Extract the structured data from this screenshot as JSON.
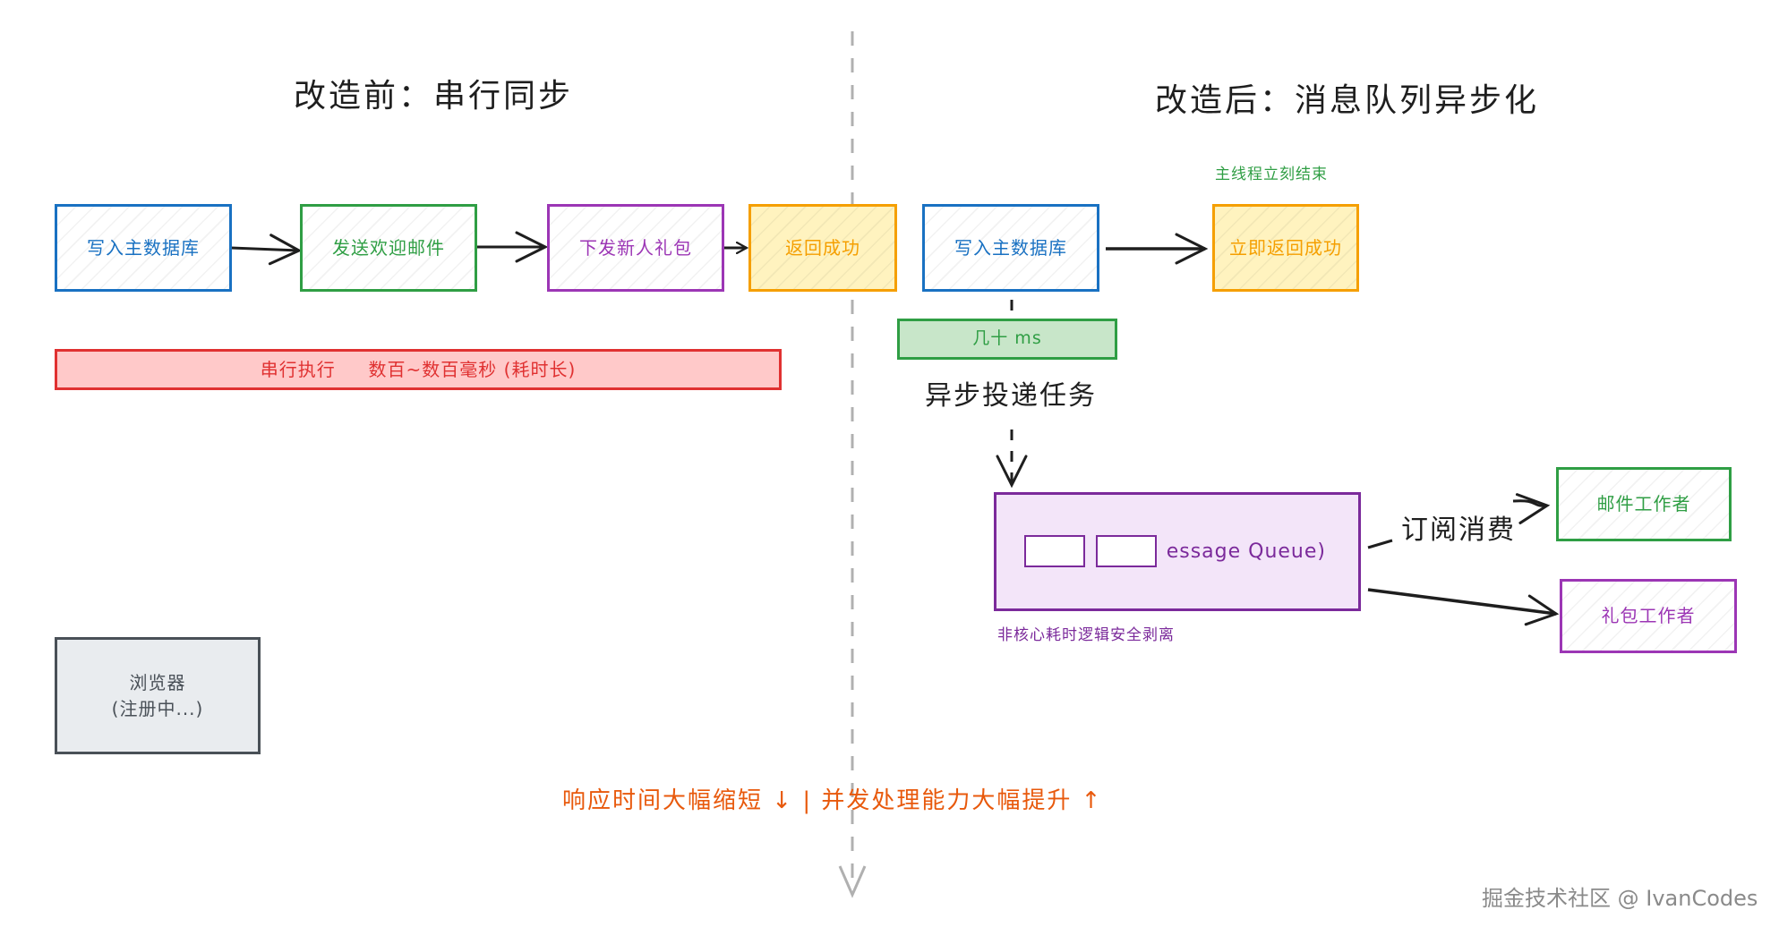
{
  "titles": {
    "before": "改造前：串行同步",
    "after": "改造后：消息队列异步化"
  },
  "before": {
    "steps": [
      "写入主数据库",
      "发送欢迎邮件",
      "下发新人礼包",
      "返回成功"
    ],
    "timeline_bar": "串行执行     数百~数百毫秒 (耗时长)",
    "browser_line1": "浏览器",
    "browser_line2": "(注册中...)"
  },
  "after": {
    "write_db": "写入主数据库",
    "return_now": "立即返回成功",
    "main_thread_note": "主线程立刻结束",
    "latency": "几十 ms",
    "async_label": "异步投递任务",
    "queue_label": "essage Queue)",
    "queue_note": "非核心耗时逻辑安全剥离",
    "subscribe_label": "订阅消费",
    "mail_worker": "邮件工作者",
    "gift_worker": "礼包工作者"
  },
  "summary": "响应时间大幅缩短 ↓ | 并发处理能力大幅提升 ↑",
  "watermark": "掘金技术社区 @ IvanCodes",
  "colors": {
    "blue": "#1971c2",
    "green": "#2f9e44",
    "purple": "#9c36b5",
    "yellow": "#f59f00",
    "red": "#e03131",
    "orange": "#e8590c",
    "gray": "#868e96",
    "dark": "#1e1e1e"
  }
}
